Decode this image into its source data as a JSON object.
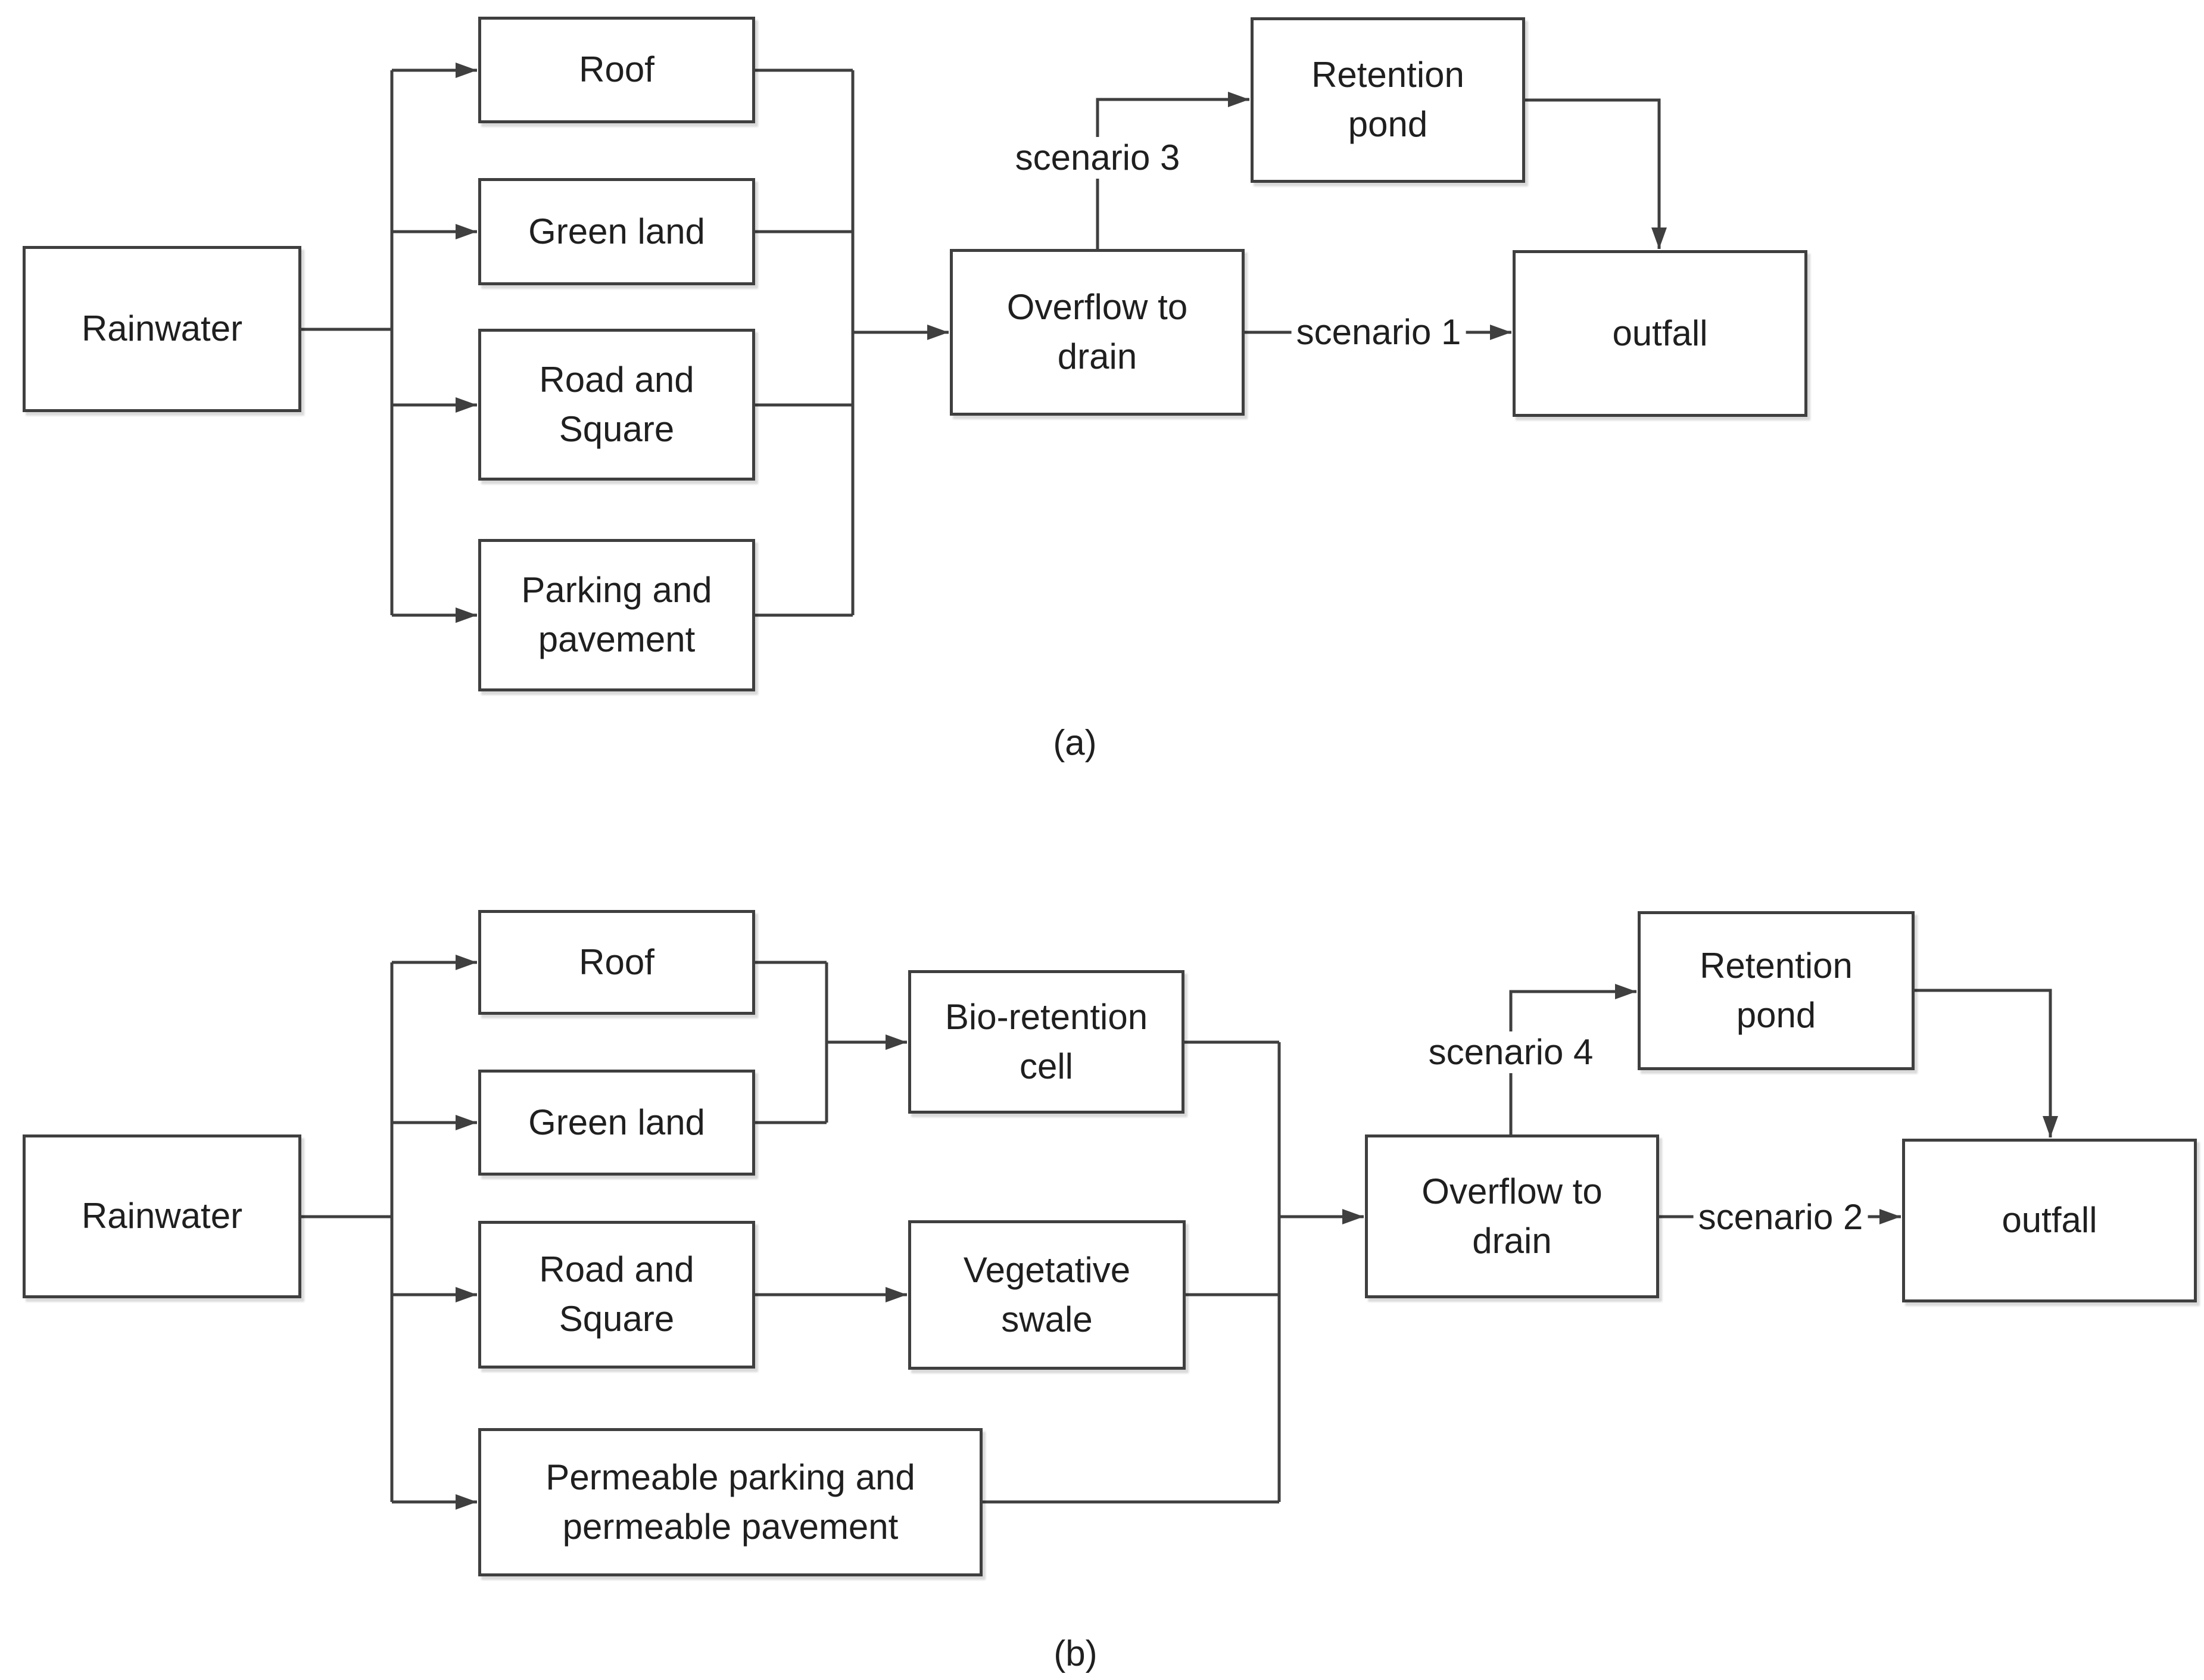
{
  "figure": {
    "caption_a": "(a)",
    "caption_b": "(b)"
  },
  "colors": {
    "line": "#3f3f3f",
    "box_border": "#3f3f3f",
    "box_fill": "#ffffff",
    "text": "#1f1f1f",
    "background": "#ffffff"
  },
  "diagram_a": {
    "nodes": {
      "rainwater": "Rainwater",
      "roof": "Roof",
      "green_land": "Green land",
      "road_and_square": "Road and Square",
      "parking_and_pavement": "Parking and pavement",
      "overflow_to_drain": "Overflow to drain",
      "retention_pond": "Retention pond",
      "outfall": "outfall"
    },
    "edge_labels": {
      "scenario_1": "scenario 1",
      "scenario_3": "scenario 3"
    }
  },
  "diagram_b": {
    "nodes": {
      "rainwater": "Rainwater",
      "roof": "Roof",
      "green_land": "Green land",
      "road_and_square": "Road and Square",
      "permeable_parking_and_pavement": "Permeable parking and permeable pavement",
      "bio_retention_cell": "Bio-retention cell",
      "vegetative_swale": "Vegetative swale",
      "overflow_to_drain": "Overflow to drain",
      "retention_pond": "Retention pond",
      "outfall": "outfall"
    },
    "edge_labels": {
      "scenario_2": "scenario 2",
      "scenario_4": "scenario 4"
    }
  }
}
